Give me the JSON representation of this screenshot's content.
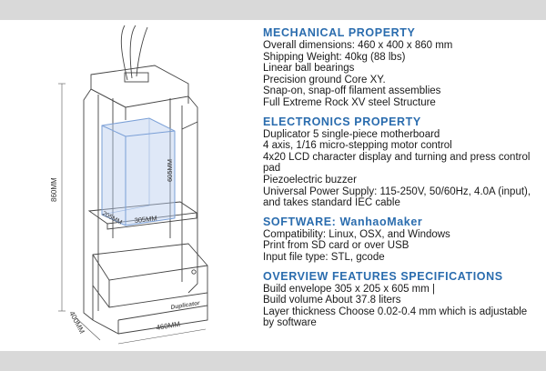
{
  "illustration": {
    "dim_height": "860MM",
    "dim_depth": "400MM",
    "dim_width": "460MM",
    "build_height": "605MM",
    "build_width": "305MM",
    "build_depth": "205MM",
    "logo_text": "Duplicator"
  },
  "sections": [
    {
      "heading": "MECHANICAL PROPERTY",
      "lines": [
        "Overall dimensions: 460 x 400 x 860 mm",
        "Shipping Weight: 40kg (88 lbs)",
        "Linear ball bearings",
        "Precision ground Core XY.",
        "Snap-on, snap-off filament assemblies",
        "Full Extreme Rock XV steel Structure"
      ]
    },
    {
      "heading": "ELECTRONICS PROPERTY",
      "lines": [
        "Duplicator 5 single-piece motherboard",
        "4 axis, 1/16 micro-stepping motor control",
        "4x20 LCD character display and turning and press control pad",
        "Piezoelectric buzzer",
        "Universal Power Supply: 115-250V, 50/60Hz, 4.0A (input), and takes standard IEC cable"
      ]
    },
    {
      "heading": "SOFTWARE: WanhaoMaker",
      "lines": [
        "Compatibility: Linux, OSX, and Windows",
        "Print from SD card or over USB",
        "Input file type: STL, gcode"
      ]
    },
    {
      "heading": "OVERVIEW FEATURES SPECIFICATIONS",
      "lines": [
        "Build envelope 305 x 205 x 605 mm |",
        "Build volume About 37.8 liters",
        "Layer thickness Choose 0.02-0.4 mm which is adjustable by software"
      ]
    }
  ],
  "colors": {
    "heading": "#2a6cae",
    "build_volume": "#7a9fd6",
    "band": "#d9d9d9"
  }
}
